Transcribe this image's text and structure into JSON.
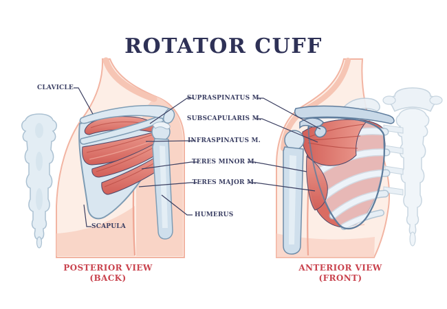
{
  "title": "ROTATOR CUFF",
  "muscle_labels": [
    {
      "id": "supraspinatus",
      "text": "SUPRASPINATUS M."
    },
    {
      "id": "subscapularis",
      "text": "SUBSCAPULARIS M."
    },
    {
      "id": "infraspinatus",
      "text": "INFRASPINATUS M."
    },
    {
      "id": "teres_minor",
      "text": "TERES MINOR M."
    },
    {
      "id": "teres_major",
      "text": "TERES MAJOR M."
    }
  ],
  "bone_labels": {
    "clavicle": "CLAVICLE",
    "scapula": "SCAPULA",
    "humerus": "HUMERUS"
  },
  "views": {
    "posterior": {
      "name": "POSTERIOR VIEW",
      "sub": "(BACK)"
    },
    "anterior": {
      "name": "ANTERIOR VIEW",
      "sub": "(FRONT)"
    }
  },
  "colors": {
    "title_navy": "#2e3156",
    "label_navy": "#3b3f63",
    "caption_red": "#c9434e",
    "muscle_red": "#d8685f",
    "muscle_dark": "#b4463f",
    "bone_blue": "#dbe7f1",
    "bone_outline": "#7e9cb4",
    "skin_pink": "#f9d6c9",
    "skin_edge": "#f2b4a2",
    "leader_line": "#3a3e60"
  }
}
